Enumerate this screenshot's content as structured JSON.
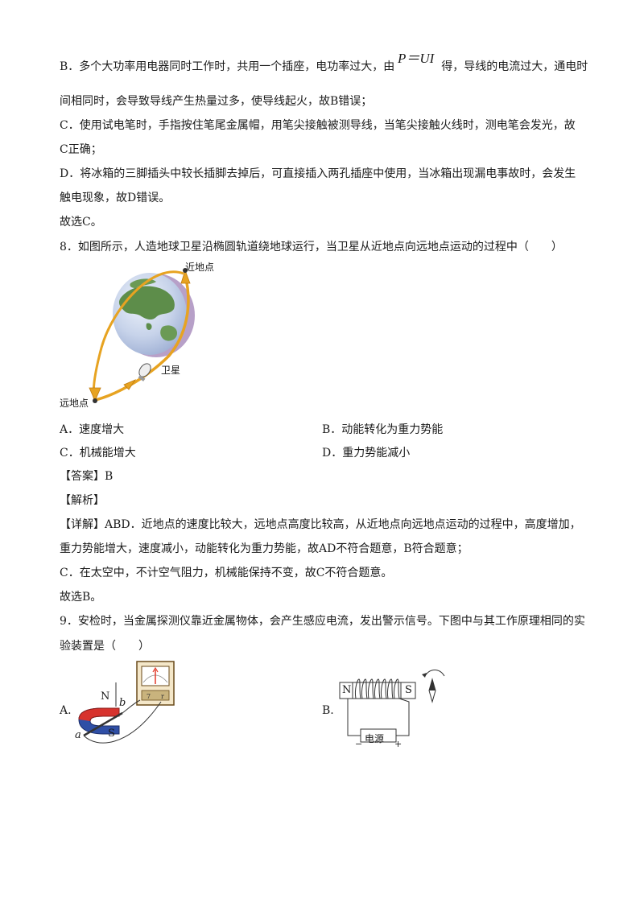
{
  "explain_prev": {
    "b_part1": "B．多个大功率用电器同时工作时，共用一个插座，电功率过大，由",
    "b_formula": "P＝UI",
    "b_part2": "得，导线的电流过大，通电时",
    "b_line2": "间相同时，会导致导线产生热量过多，使导线起火，故B错误；",
    "c_line1": "C．使用试电笔时，手指按住笔尾金属帽，用笔尖接触被测导线，当笔尖接触火线时，测电笔会发光，故",
    "c_line2": "C正确；",
    "d_line1": "D．将冰箱的三脚插头中较长插脚去掉后，可直接插入两孔插座中使用，当冰箱出现漏电事故时，会发生",
    "d_line2": "触电现象，故D错误。",
    "conclusion": "故选C。"
  },
  "q8": {
    "stem": "8．如图所示，人造地球卫星沿椭圆轨道绕地球运行，当卫星从近地点向远地点运动的过程中（　　）",
    "figure": {
      "perigee_label": "近地点",
      "apogee_label": "远地点",
      "satellite_label": "卫星"
    },
    "options": {
      "A": "A．速度增大",
      "B": "B．动能转化为重力势能",
      "C": "C．机械能增大",
      "D": "D．重力势能减小"
    },
    "answer_tag": "【答案】B",
    "analysis_tag": "【解析】",
    "detail_line1": "【详解】ABD．近地点的速度比较大，远地点高度比较高，从近地点向远地点运动的过程中，高度增加，",
    "detail_line2": "重力势能增大，速度减小，动能转化为重力势能，故AD不符合题意，B符合题意；",
    "detail_line3": "C．在太空中，不计空气阻力，机械能保持不变，故C不符合题意。",
    "conclusion": "故选B。"
  },
  "q9": {
    "stem_line1": "9．安检时，当金属探测仪靠近金属物体，会产生感应电流，发出警示信号。下图中与其工作原理相同的实",
    "stem_line2": "验装置是（　　）",
    "option_a_label": "A.",
    "option_b_label": "B.",
    "fig_a": {
      "n": "N",
      "s": "S",
      "a": "a",
      "b": "b"
    },
    "fig_b": {
      "n": "N",
      "s": "S",
      "power": "电源",
      "minus": "−",
      "plus": "+"
    }
  },
  "colors": {
    "text": "#1a1a1a",
    "accent_blue": "#e23a2a",
    "bracket": "#1a1a1a",
    "orbit": "#e7a321"
  }
}
